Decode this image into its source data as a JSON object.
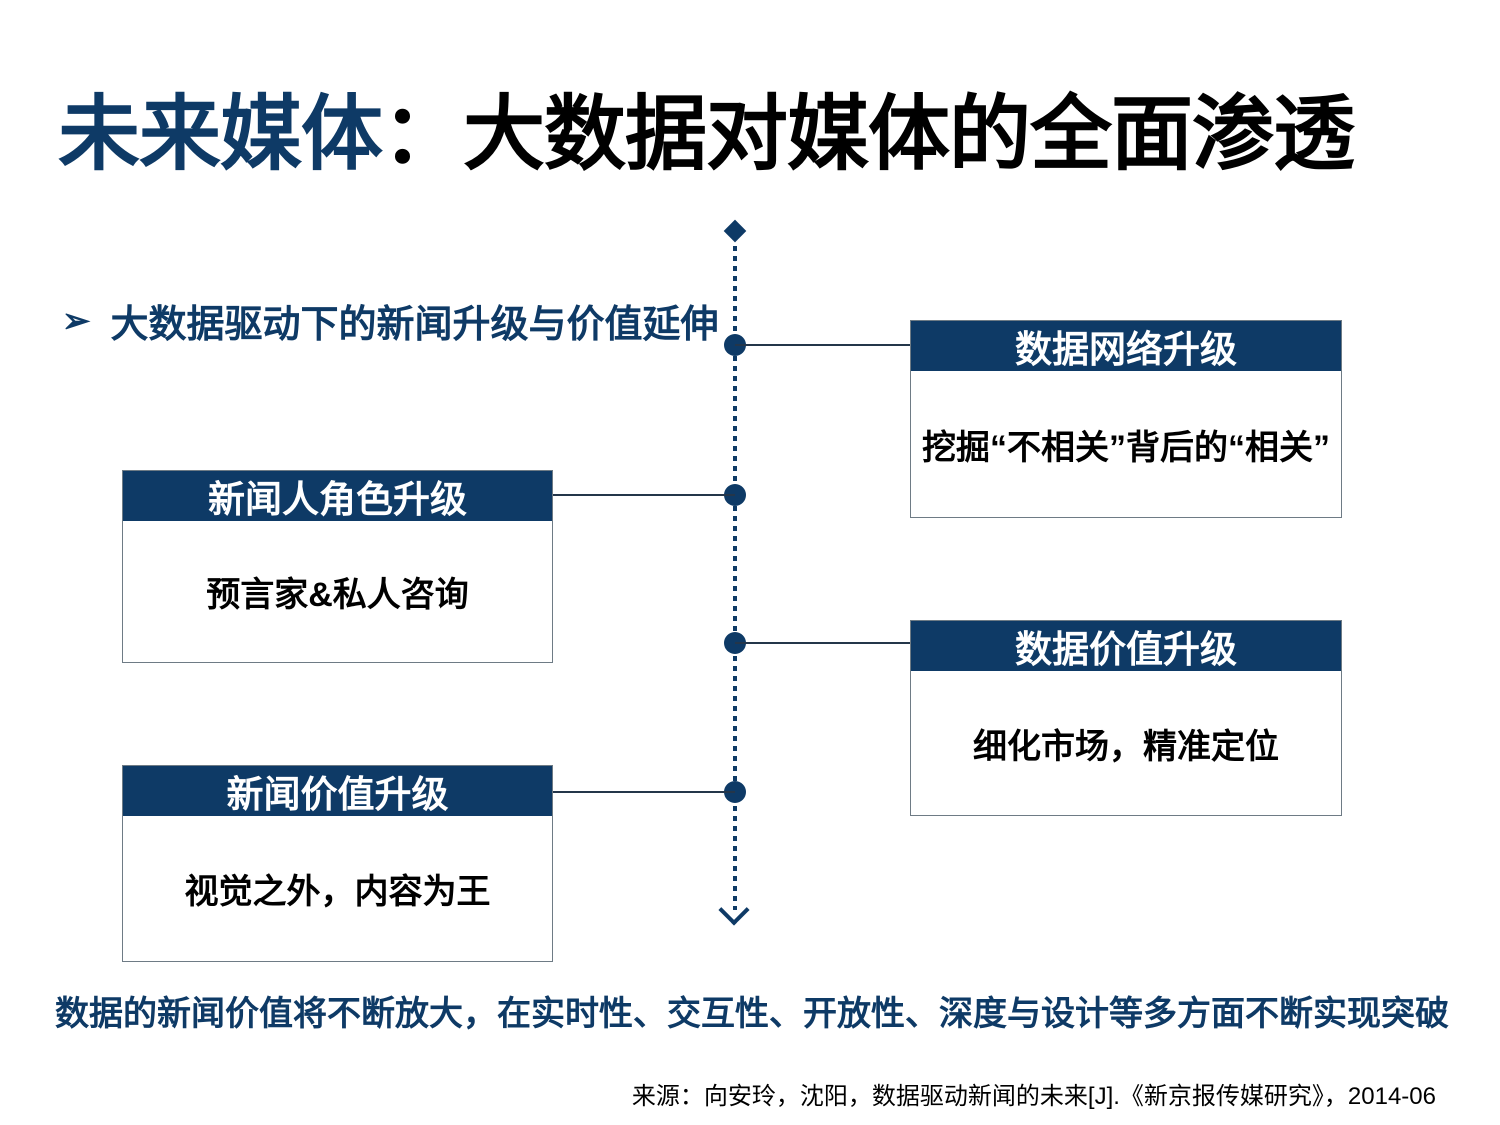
{
  "title": {
    "highlight": "未来媒体",
    "rest": "：大数据对媒体的全面渗透"
  },
  "bullet": {
    "marker": "➢",
    "text": "大数据驱动下的新闻升级与价值延伸"
  },
  "boxes": [
    {
      "header": "数据网络升级",
      "body": "挖掘“不相关”背后的“相关”"
    },
    {
      "header": "新闻人角色升级",
      "body": "预言家&私人咨询"
    },
    {
      "header": "数据价值升级",
      "body": "细化市场，精准定位"
    },
    {
      "header": "新闻价值升级",
      "body": "视觉之外，内容为王"
    }
  ],
  "footer": {
    "emphasis": "数据的新闻价值将不断放大，在实时性、交互性、开放性、深度与设计等多方面不断实现突破",
    "source": "来源：向安玲，沈阳，数据驱动新闻的未来[J].《新京报传媒研究》，2014-06"
  },
  "colors": {
    "navy": "#0E3A66",
    "connector": "#24364A",
    "box_border": "#6E7B85"
  }
}
